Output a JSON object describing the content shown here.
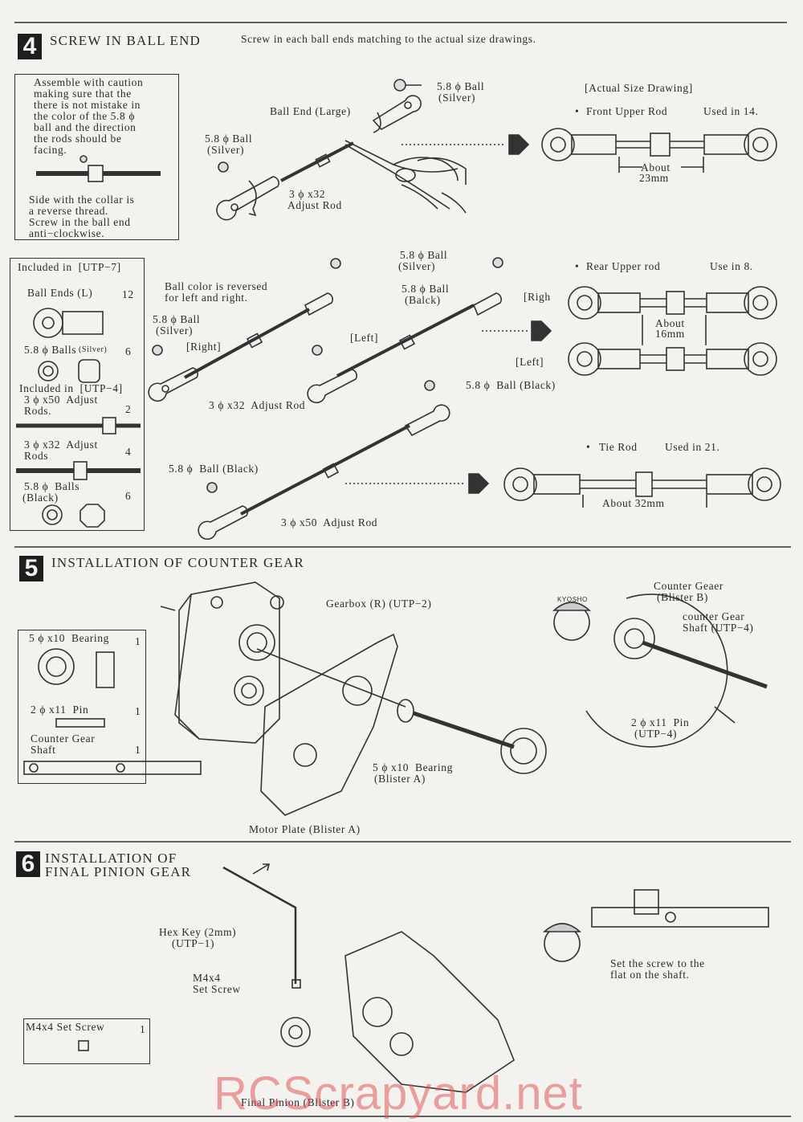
{
  "step4": {
    "number": "4",
    "title": "SCREW IN BALL END",
    "instruction": "Screw in each ball ends matching to the actual size drawings.",
    "caution_box": {
      "lines": [
        "Assemble with caution",
        "making sure that the",
        "there is not mistake in",
        "the color of the 5.8 ϕ",
        "ball and the direction",
        "the rods should be",
        "facing."
      ],
      "side_note": [
        "Side with the collar is",
        "a reverse thread.",
        "Screw in the ball end",
        "anti−clockwise."
      ]
    },
    "top_assembly": {
      "ball_silver_top": "5.8 ϕ Ball",
      "ball_silver_top_sub": "(Silver)",
      "ball_end_large": "Ball End (Large)",
      "ball_silver_left": "5.8 ϕ Ball",
      "ball_silver_left_sub": "(Silver)",
      "adjust_rod": "3 ϕ x32",
      "adjust_rod_sub": "Adjust Rod"
    },
    "actual_size_title": "[Actual Size Drawing]",
    "front_upper": {
      "label": "Front Upper Rod",
      "used": "Used in 14.",
      "dim1": "About",
      "dim2": "23mm"
    },
    "rear_upper": {
      "label": "Rear Upper rod",
      "used": "Use in 8.",
      "dim1": "About",
      "dim2": "16mm"
    },
    "tie_rod": {
      "label": "Tie Rod",
      "used": "Used in 21.",
      "dim": "About 32mm"
    },
    "middle_assembly": {
      "color_note": [
        "Ball color is reversed",
        "for left and right."
      ],
      "ball_silver": "5.8 ϕ Ball",
      "ball_silver_sub": "(Silver)",
      "right_label": "[Right]",
      "left_label": "[Left]",
      "ball_silver2": "5.8 ϕ Ball",
      "ball_silver2_sub": "(Silver)",
      "ball_black": "5.8 ϕ Ball",
      "ball_black_sub": "(Balck)",
      "righ_label": "[Righ",
      "left_label2": "[Left]",
      "adjust_rod": "3 ϕ x32  Adjust Rod"
    },
    "bottom_assembly": {
      "ball_black_top": "5.8 ϕ  Ball (Black)",
      "ball_black_left": "5.8 ϕ  Ball (Black)",
      "adjust_rod": "3 ϕ x50  Adjust Rod"
    },
    "parts_box": {
      "included1": "Included in  [UTP−7]",
      "ball_ends": "Ball Ends (L)",
      "ball_ends_qty": "12",
      "balls_silver": "5.8 ϕ Balls",
      "balls_silver_sub": "(Silver)",
      "balls_silver_qty": "6",
      "included2": "Included in  [UTP−4]",
      "rod50": "3 ϕ x50  Adjust",
      "rod50_sub": "Rods.",
      "rod50_qty": "2",
      "rod32": "3 ϕ x32  Adjust",
      "rod32_sub": "Rods",
      "rod32_qty": "4",
      "balls_black": "5.8 ϕ  Balls",
      "balls_black_sub": "(Black)",
      "balls_black_qty": "6"
    }
  },
  "step5": {
    "number": "5",
    "title": "INSTALLATION OF COUNTER GEAR",
    "gearbox": "Gearbox (R) (UTP−2)",
    "counter_gear": "Counter Geaer",
    "counter_gear_sub": "(Blister B)",
    "gear_shaft": "counter Gear",
    "gear_shaft_sub": "Shaft (UTP−4)",
    "pin": "2 ϕ x11  Pin",
    "pin_sub": "(UTP−4)",
    "bearing": "5 ϕ x10  Bearing",
    "bearing_sub": "(Blister A)",
    "motor_plate": "Motor Plate (Blister A)",
    "parts_box": {
      "bearing": "5 ϕ x10  Bearing",
      "bearing_qty": "1",
      "pin": "2 ϕ x11  Pin",
      "pin_qty": "1",
      "shaft": "Counter Gear",
      "shaft_sub": "Shaft",
      "shaft_qty": "1"
    }
  },
  "step6": {
    "number": "6",
    "title_line1": "INSTALLATION OF",
    "title_line2": "FINAL PINION GEAR",
    "hex_key": "Hex Key (2mm)",
    "hex_key_sub": "(UTP−1)",
    "set_screw": "M4x4",
    "set_screw_sub": "Set Screw",
    "final_pinion": "Final Pinion (Blister B)",
    "set_note": [
      "Set the screw to the",
      "flat on the shaft."
    ],
    "parts_box": {
      "label": "M4x4 Set Screw",
      "qty": "1"
    }
  },
  "mascot_cap": "KYOSHO",
  "watermark": "RCScrapyard.net",
  "colors": {
    "ink": "#2a2a2a",
    "paper": "#f4f2ee",
    "watermark": "#dc5a5a"
  }
}
